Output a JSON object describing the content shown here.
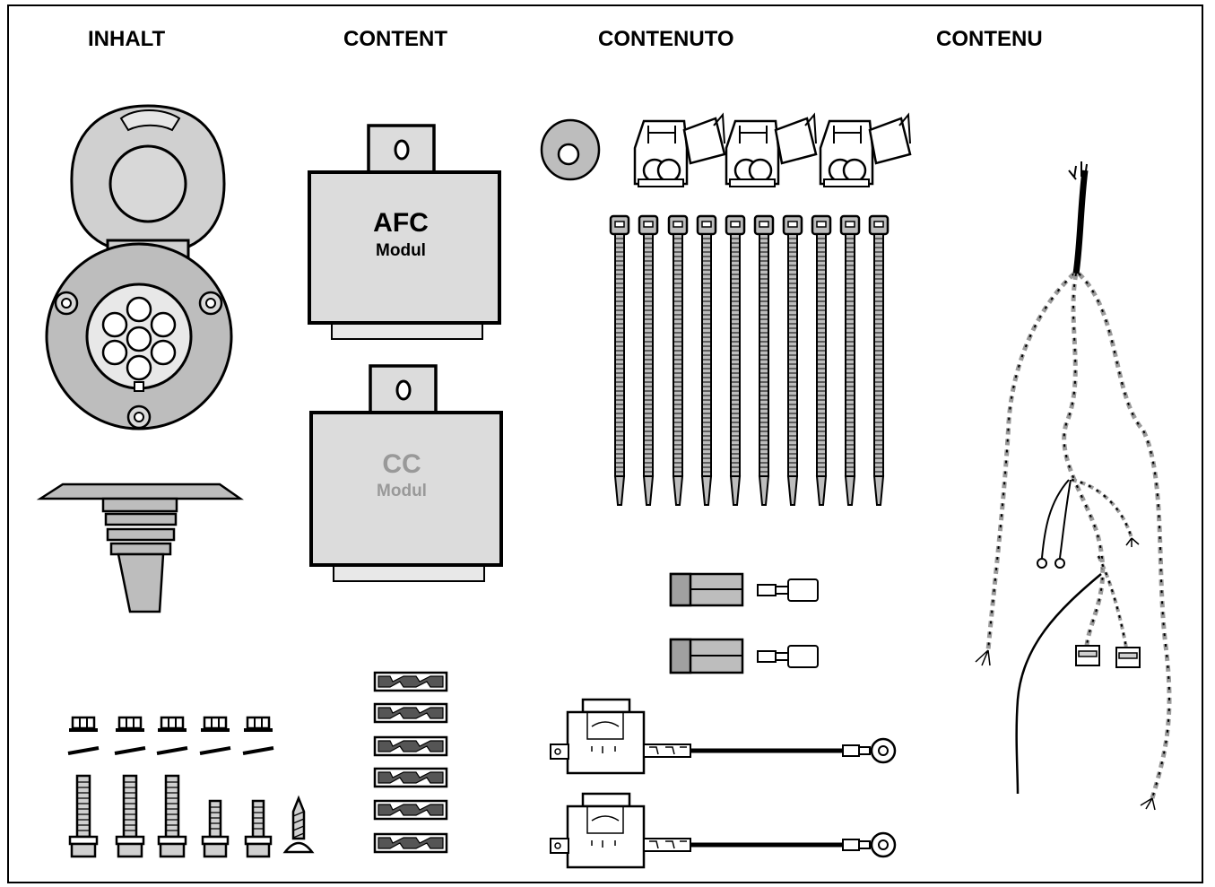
{
  "headings": [
    "INHALT",
    "CONTENT",
    "CONTENUTO",
    "CONTENU"
  ],
  "modules": {
    "afc": {
      "title": "AFC",
      "subtitle": "Modul"
    },
    "cc": {
      "title": "CC",
      "subtitle": "Modul"
    }
  },
  "colors": {
    "outline": "#000000",
    "part_fill": "#d6d6d6",
    "part_fill_dark": "#a8a8a8",
    "module_fill": "#dcdcdc",
    "cc_text": "#999999"
  }
}
